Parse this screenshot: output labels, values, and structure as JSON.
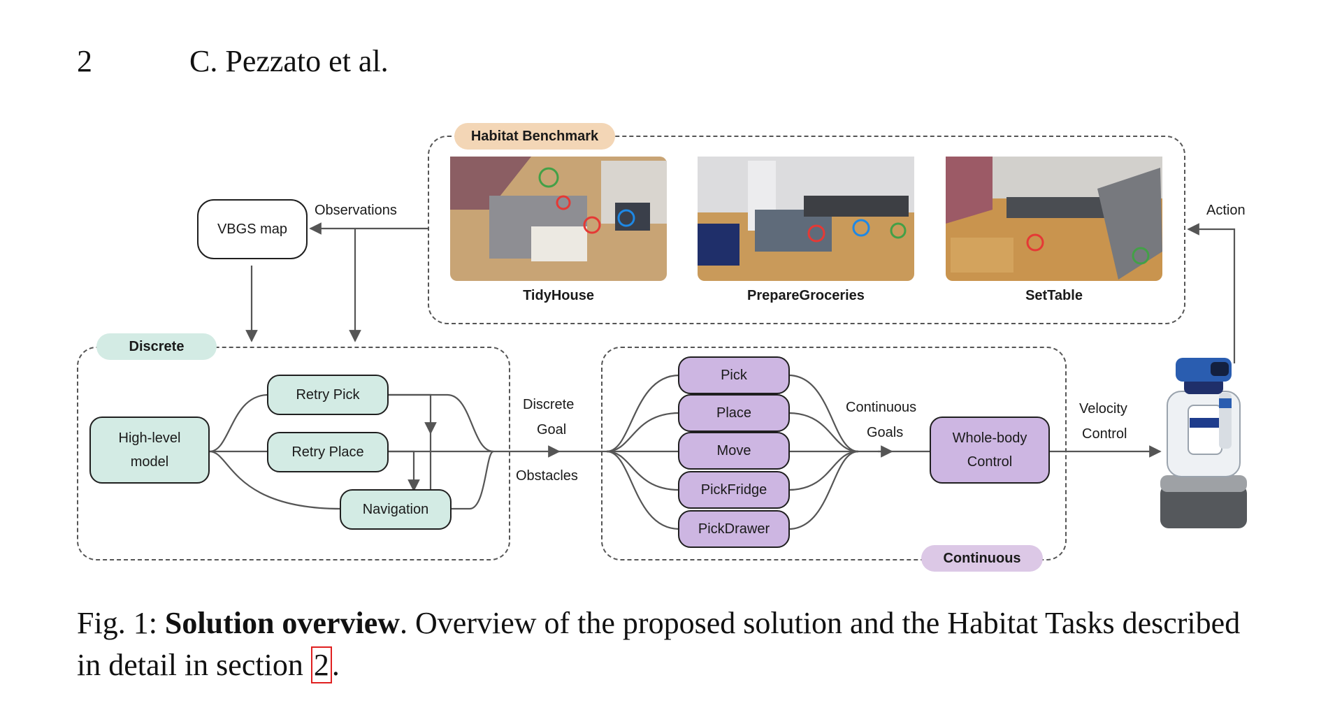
{
  "header": {
    "page_number": "2",
    "authors": "C. Pezzato et al."
  },
  "figure": {
    "habitat_label": "Habitat Benchmark",
    "discrete_label": "Discrete",
    "continuous_label": "Continuous",
    "tasks": [
      "TidyHouse",
      "PrepareGroceries",
      "SetTable"
    ],
    "vbgs_map": "VBGS map",
    "observations": "Observations",
    "action": "Action",
    "high_level_model": [
      "High-level",
      "model"
    ],
    "retry_pick": "Retry Pick",
    "retry_place": "Retry Place",
    "navigation": "Navigation",
    "discrete_goal": [
      "Discrete",
      "Goal"
    ],
    "obstacles": "Obstacles",
    "skills": [
      "Pick",
      "Place",
      "Move",
      "PickFridge",
      "PickDrawer"
    ],
    "continuous_goals": [
      "Continuous",
      "Goals"
    ],
    "whole_body": [
      "Whole-body",
      "Control"
    ],
    "velocity_control": [
      "Velocity",
      "Control"
    ]
  },
  "caption": {
    "prefix": "Fig. 1: ",
    "title": "Solution overview",
    "text": ". Overview of the proposed solution and the Habitat Tasks described in detail in section ",
    "ref": "2",
    "suffix": "."
  }
}
